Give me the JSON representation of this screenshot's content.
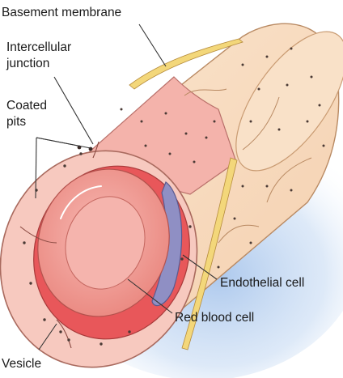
{
  "labels": {
    "basement_membrane": "Basement membrane",
    "intercellular_junction_line1": "Intercellular",
    "intercellular_junction_line2": "junction",
    "coated_pits_line1": "Coated",
    "coated_pits_line2": "pits",
    "endothelial_cell": "Endothelial cell",
    "red_blood_cell": "Red blood cell",
    "vesicle": "Vesicle"
  },
  "colors": {
    "outer_tube": "#f8dcc0",
    "endothelium": "#f2a9a4",
    "lumen_red": "#e8575a",
    "red_blood_cell": "#f3a49f",
    "nucleus": "#8f8fc4",
    "basement_membrane": "#f3d77a",
    "background_glow": "#bcd3ee"
  }
}
